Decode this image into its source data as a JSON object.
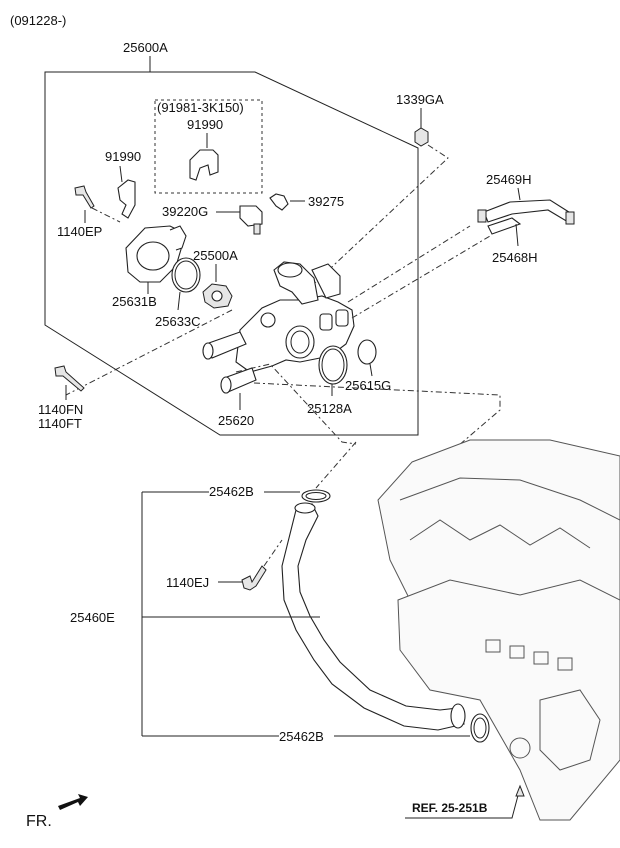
{
  "header": {
    "date_code": "(091228-)"
  },
  "labels": {
    "assembly": "25600A",
    "alt_part": "(91981-3K150)",
    "bracket_inner": "91990",
    "bracket_outer": "91990",
    "nut": "1339GA",
    "bolt_ep": "1140EP",
    "sensor": "39220G",
    "clip": "39275",
    "hose_upper": "25469H",
    "hose_lower": "25468H",
    "thermostat": "25500A",
    "housing_cover": "25631B",
    "gasket_c": "25633C",
    "gasket_g": "25615G",
    "gasket_a": "25128A",
    "fitting": "25620",
    "bolt_fn": "1140FN",
    "bolt_ft": "1140FT",
    "oring_top": "25462B",
    "bolt_ej": "1140EJ",
    "pipe": "25460E",
    "oring_bottom": "25462B",
    "ref": "REF. 25-251B",
    "front": "FR."
  }
}
